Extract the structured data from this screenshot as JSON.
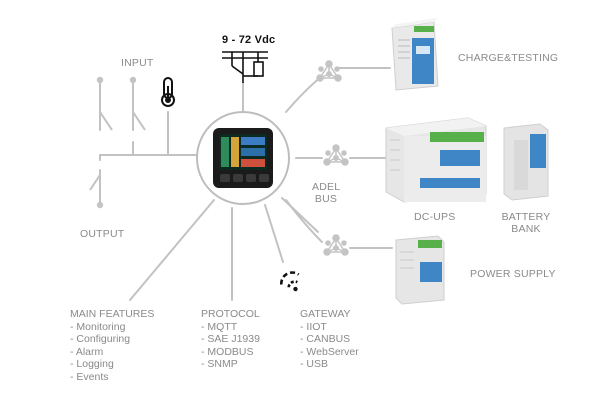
{
  "labels": {
    "voltage": "9 - 72 Vdc",
    "input": "INPUT",
    "output": "OUTPUT",
    "adel_bus": [
      "ADEL",
      "BUS"
    ],
    "charge_testing": "CHARGE&TESTING",
    "dc_ups": "DC-UPS",
    "battery_bank": [
      "BATTERY",
      "BANK"
    ],
    "power_supply": "POWER SUPPLY"
  },
  "features": {
    "main": {
      "title": "MAIN FEATURES",
      "items": [
        "- Monitoring",
        "- Configuring",
        "- Alarm",
        "- Logging",
        "- Events"
      ]
    },
    "protocol": {
      "title": "PROTOCOL",
      "items": [
        "- MQTT",
        "- SAE J1939",
        "- MODBUS",
        "- SNMP"
      ]
    },
    "gateway": {
      "title": "GATEWAY",
      "items": [
        "- IIOT",
        "- CANBUS",
        "- WebServer",
        "- USB"
      ]
    }
  },
  "colors": {
    "line": "#bdbdbd",
    "node": "#c4c4c4",
    "text": "#8a8a8a",
    "device_blue": "#3f86c6",
    "terminal_green": "#58b04a"
  },
  "icons": [
    "thermometer-icon",
    "network-icon",
    "wifi-signal-icon",
    "controller-display-icon"
  ]
}
